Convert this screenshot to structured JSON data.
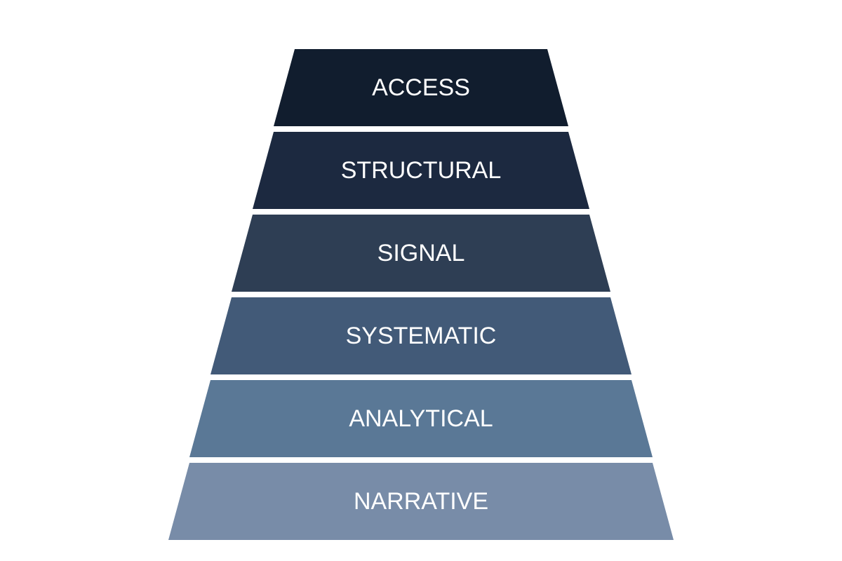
{
  "tiers": [
    {
      "label": "ACCESS",
      "color": "#111d2e"
    },
    {
      "label": "STRUCTURAL",
      "color": "#1c2940"
    },
    {
      "label": "SIGNAL",
      "color": "#2e3e54"
    },
    {
      "label": "SYSTEMATIC",
      "color": "#425a78"
    },
    {
      "label": "ANALYTICAL",
      "color": "#5a7896"
    },
    {
      "label": "NARRATIVE",
      "color": "#788ca8"
    }
  ]
}
